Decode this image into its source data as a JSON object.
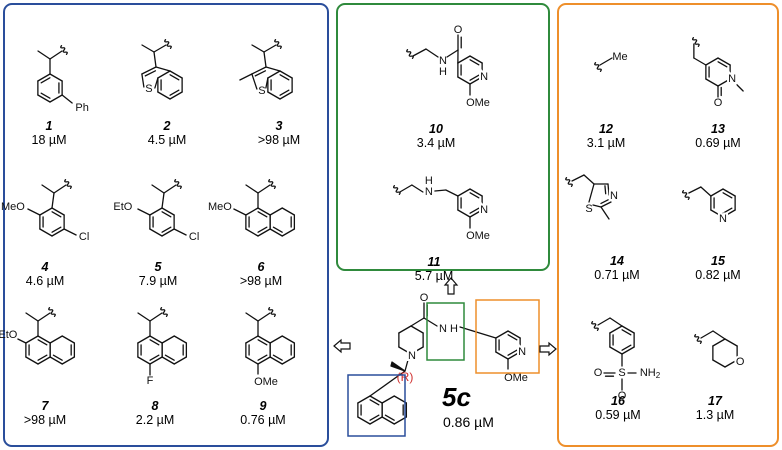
{
  "colors": {
    "blue": "#2a4e9b",
    "green": "#2f8a3c",
    "orange": "#ee8f2b",
    "red": "#d0302f",
    "bond": "#111111"
  },
  "atoms": {
    "ph": "Ph",
    "s": "S",
    "meo": "MeO",
    "eto": "EtO",
    "cl": "Cl",
    "f": "F",
    "ome": "OMe",
    "o": "O",
    "n": "N",
    "h": "H",
    "me": "Me",
    "nh2": "NH2",
    "r": "(R)"
  },
  "compounds": [
    {
      "id": "1",
      "ic50": "18 µM"
    },
    {
      "id": "2",
      "ic50": "4.5 µM"
    },
    {
      "id": "3",
      "ic50": ">98 µM"
    },
    {
      "id": "4",
      "ic50": "4.6 µM"
    },
    {
      "id": "5",
      "ic50": "7.9 µM"
    },
    {
      "id": "6",
      "ic50": ">98 µM"
    },
    {
      "id": "7",
      "ic50": ">98 µM"
    },
    {
      "id": "8",
      "ic50": "2.2 µM"
    },
    {
      "id": "9",
      "ic50": "0.76 µM"
    },
    {
      "id": "10",
      "ic50": "3.4 µM"
    },
    {
      "id": "11",
      "ic50": "5.7 µM"
    },
    {
      "id": "12",
      "ic50": "3.1 µM"
    },
    {
      "id": "13",
      "ic50": "0.69 µM"
    },
    {
      "id": "14",
      "ic50": "0.71 µM"
    },
    {
      "id": "15",
      "ic50": "0.82 µM"
    },
    {
      "id": "16",
      "ic50": "0.59 µM"
    },
    {
      "id": "17",
      "ic50": "1.3 µM"
    }
  ],
  "lead": {
    "id": "5c",
    "ic50": "0.86 µM"
  }
}
